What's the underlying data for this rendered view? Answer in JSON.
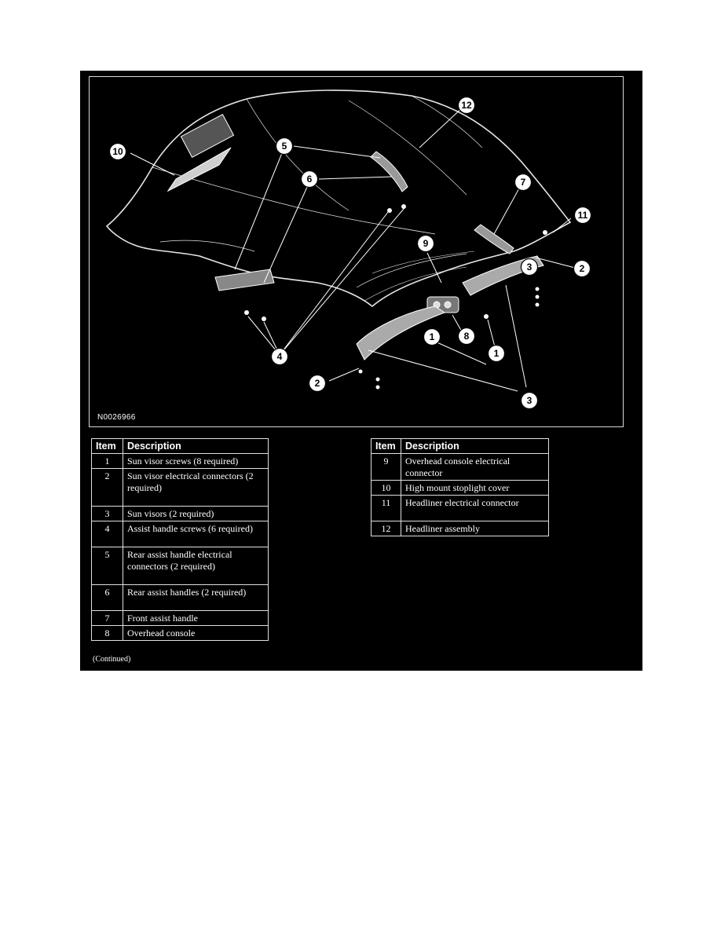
{
  "figure": {
    "code": "N0026966",
    "callouts": [
      "1",
      "1",
      "2",
      "2",
      "3",
      "3",
      "4",
      "5",
      "6",
      "7",
      "8",
      "9",
      "10",
      "11",
      "12"
    ]
  },
  "tables": {
    "header": {
      "item": "Item",
      "description": "Description"
    },
    "left": [
      {
        "item": "1",
        "description": "Sun visor screws (8 required)"
      },
      {
        "item": "2",
        "description": "Sun visor electrical connectors (2 required)"
      },
      {
        "item": "3",
        "description": "Sun visors (2 required)"
      },
      {
        "item": "4",
        "description": "Assist handle screws (6 required)"
      },
      {
        "item": "5",
        "description": "Rear assist handle electrical connectors (2 required)"
      },
      {
        "item": "6",
        "description": "Rear assist handles (2 required)"
      },
      {
        "item": "7",
        "description": "Front assist handle"
      },
      {
        "item": "8",
        "description": "Overhead console"
      }
    ],
    "right": [
      {
        "item": "9",
        "description": "Overhead console electrical connector"
      },
      {
        "item": "10",
        "description": "High mount stoplight cover"
      },
      {
        "item": "11",
        "description": "Headliner electrical connector"
      },
      {
        "item": "12",
        "description": "Headliner assembly"
      }
    ]
  },
  "continued": "(Continued)"
}
